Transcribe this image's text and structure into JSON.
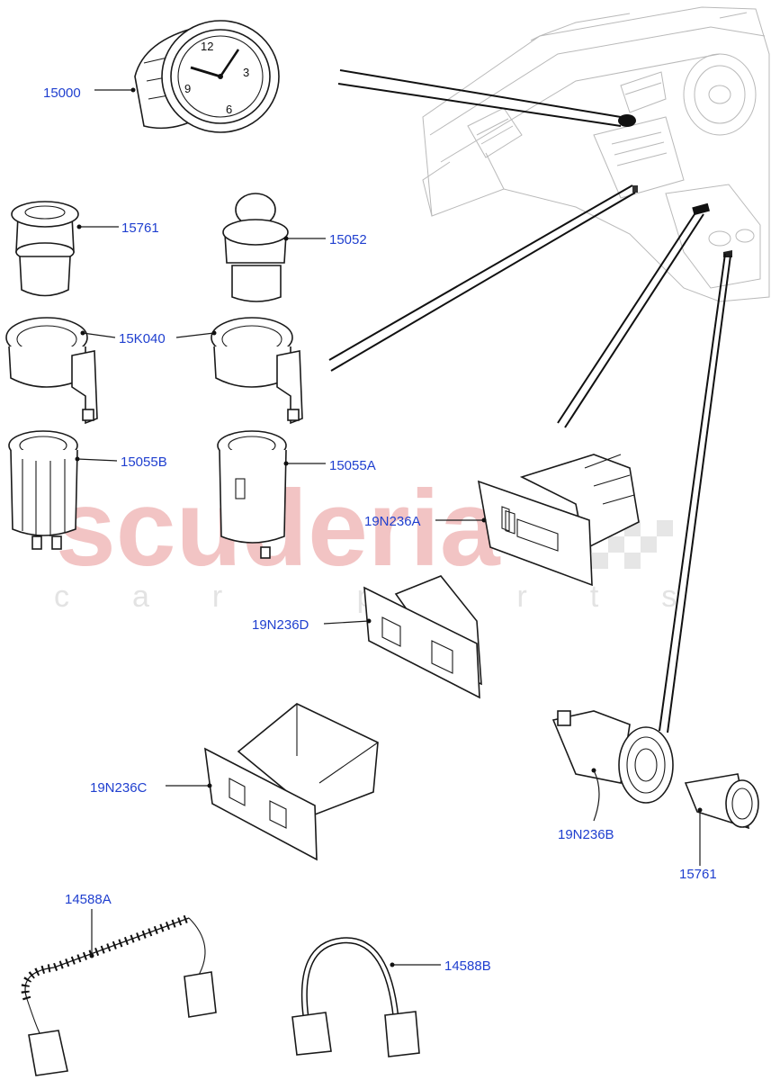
{
  "watermark": {
    "brand": "scuderia",
    "tagline": "car parts",
    "brand_color": "#f2c4c4"
  },
  "label_color": "#1f3fcf",
  "callouts": {
    "c15000": "15000",
    "c15761_top": "15761",
    "c15052": "15052",
    "c15K040": "15K040",
    "c15055B": "15055B",
    "c15055A": "15055A",
    "c19N236A": "19N236A",
    "c19N236D": "19N236D",
    "c19N236C": "19N236C",
    "c19N236B": "19N236B",
    "c15761_bottom": "15761",
    "c14588A": "14588A",
    "c14588B": "14588B"
  },
  "clock_numerals": {
    "twelve": "12",
    "three": "3",
    "six": "6",
    "nine": "9"
  }
}
